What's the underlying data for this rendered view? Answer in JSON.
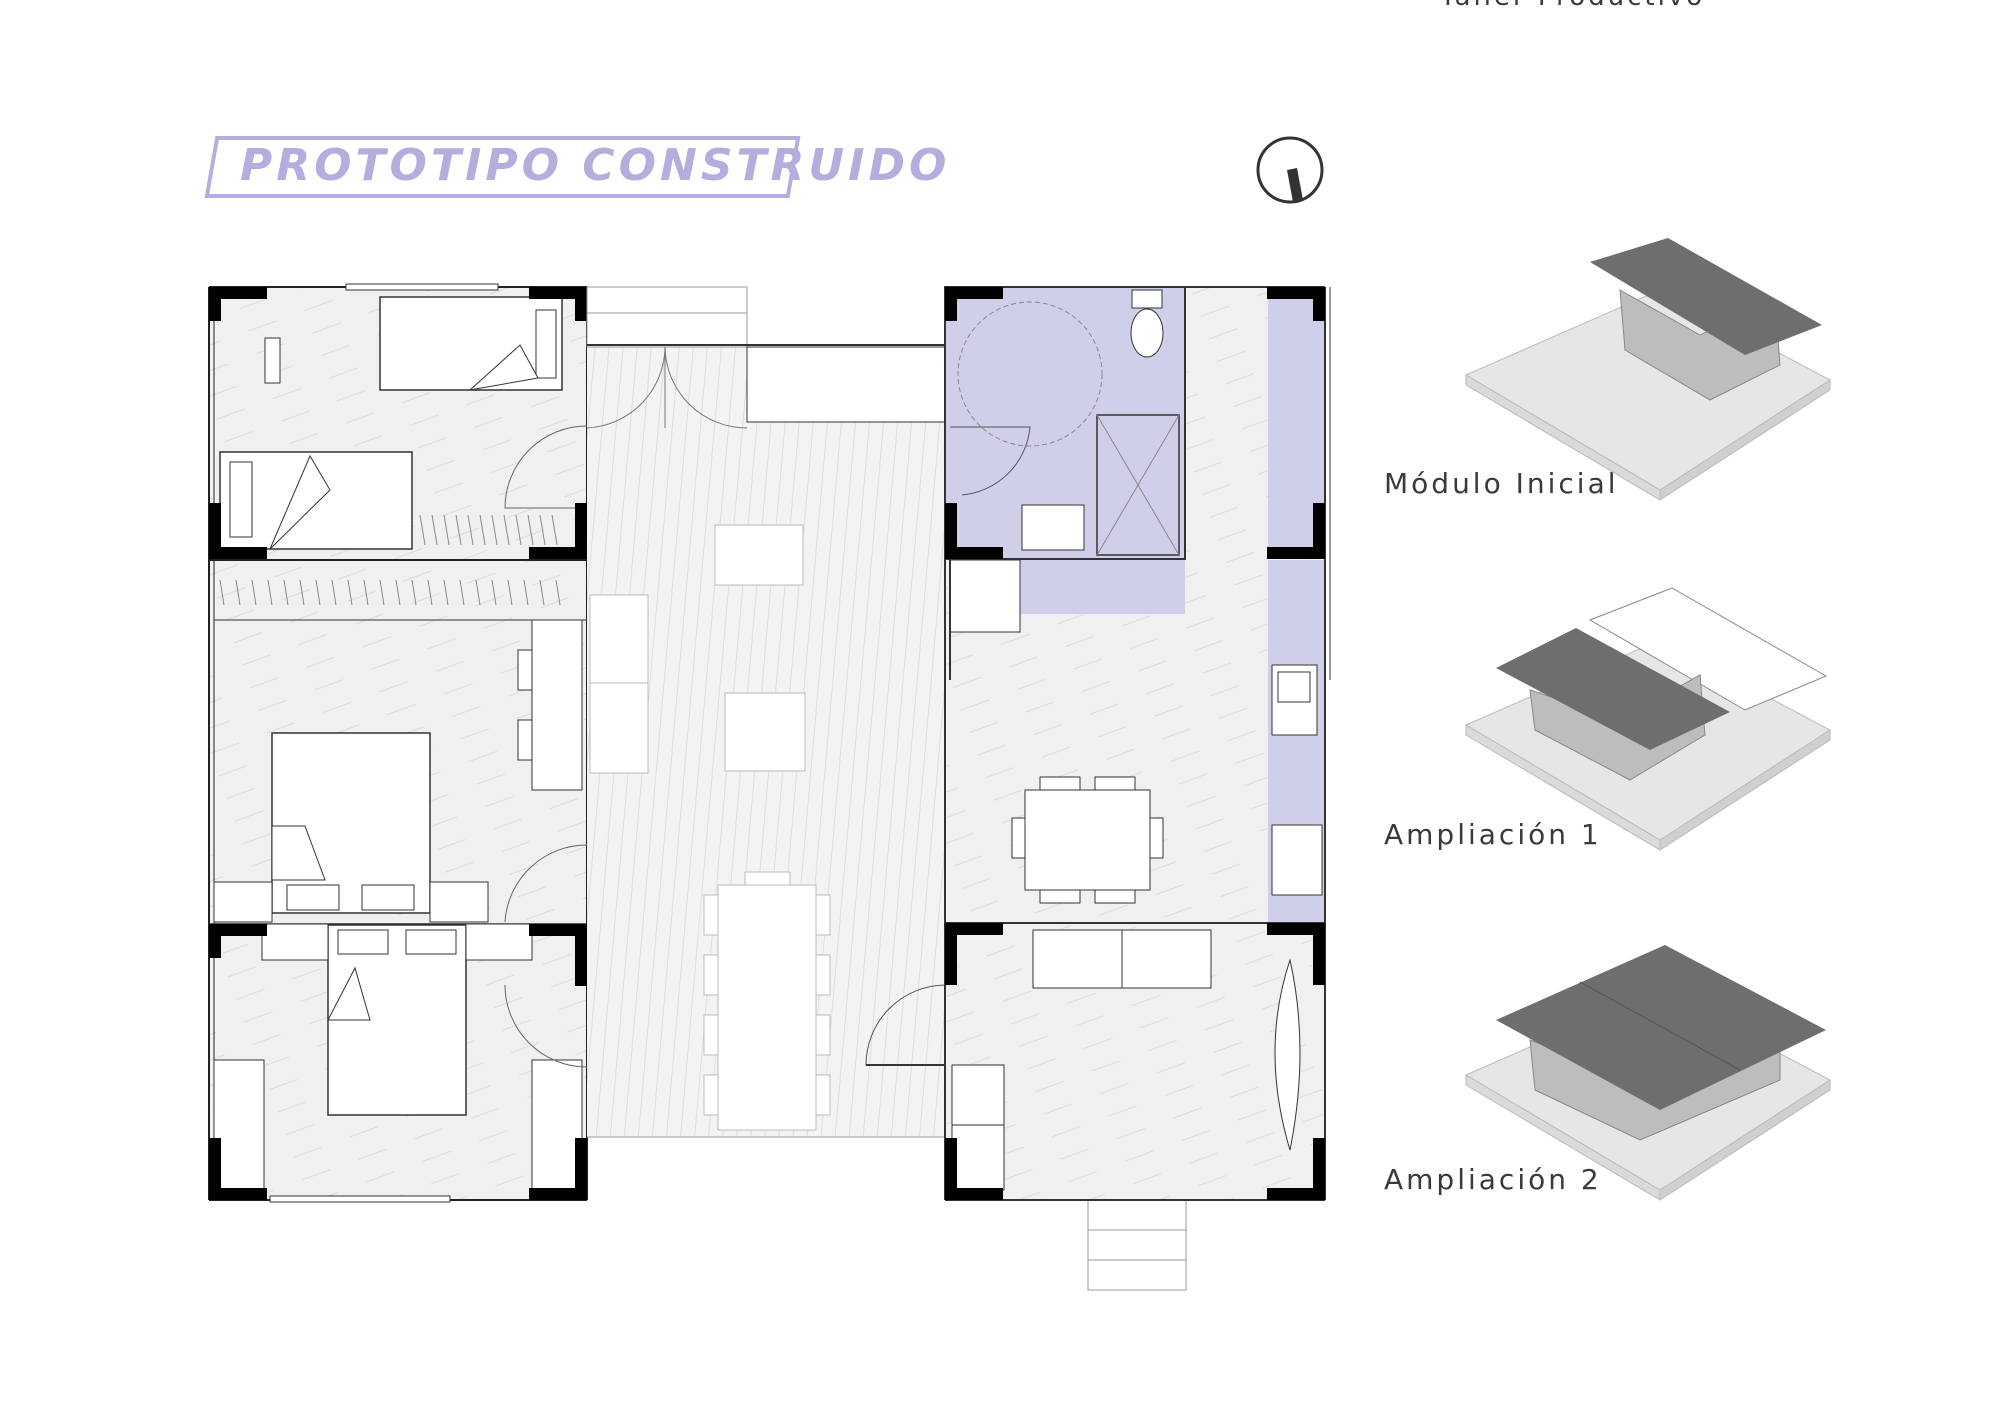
{
  "header": {
    "top_caption": "Taller Productivo"
  },
  "title": "PROTOTIPO CONSTRUIDO",
  "colors": {
    "accent": "#b3aedd",
    "wet_area": "#d0cfe9",
    "floor": "#efefef",
    "wall": "#000000",
    "roof": "#6e6e6e"
  },
  "icons": {
    "north": "north-arrow-icon"
  },
  "stages": [
    {
      "label": "Módulo Inicial"
    },
    {
      "label": "Ampliación 1"
    },
    {
      "label": "Ampliación 2"
    }
  ]
}
